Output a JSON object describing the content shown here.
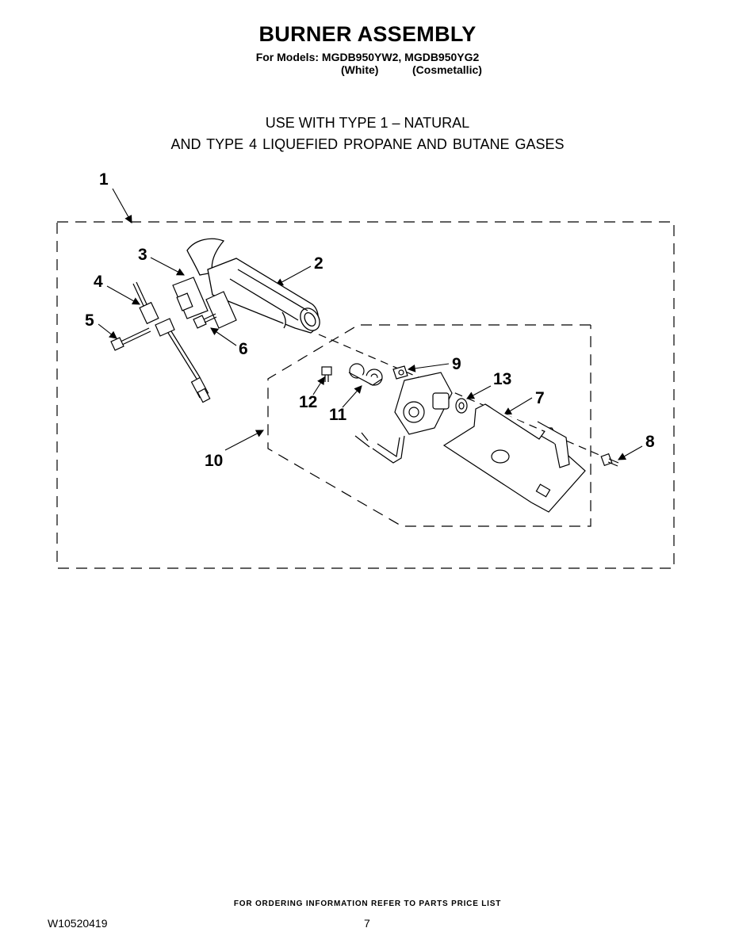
{
  "header": {
    "title": "BURNER ASSEMBLY",
    "models_line": "For Models: MGDB950YW2, MGDB950YG2",
    "color_white": "(White)",
    "color_cosmetallic": "(Cosmetallic)"
  },
  "usage": {
    "line1": "USE WITH TYPE 1 –  NATURAL",
    "line2": "AND TYPE 4    LIQUEFIED PROPANE AND BUTANE GASES"
  },
  "callouts": {
    "c1": "1",
    "c2": "2",
    "c3": "3",
    "c4": "4",
    "c5": "5",
    "c6": "6",
    "c7": "7",
    "c8": "8",
    "c9": "9",
    "c10": "10",
    "c11": "11",
    "c12": "12",
    "c13": "13"
  },
  "footer": {
    "ordering": "FOR ORDERING INFORMATION REFER TO PARTS PRICE LIST",
    "doc_number": "W10520419",
    "page_number": "7"
  }
}
